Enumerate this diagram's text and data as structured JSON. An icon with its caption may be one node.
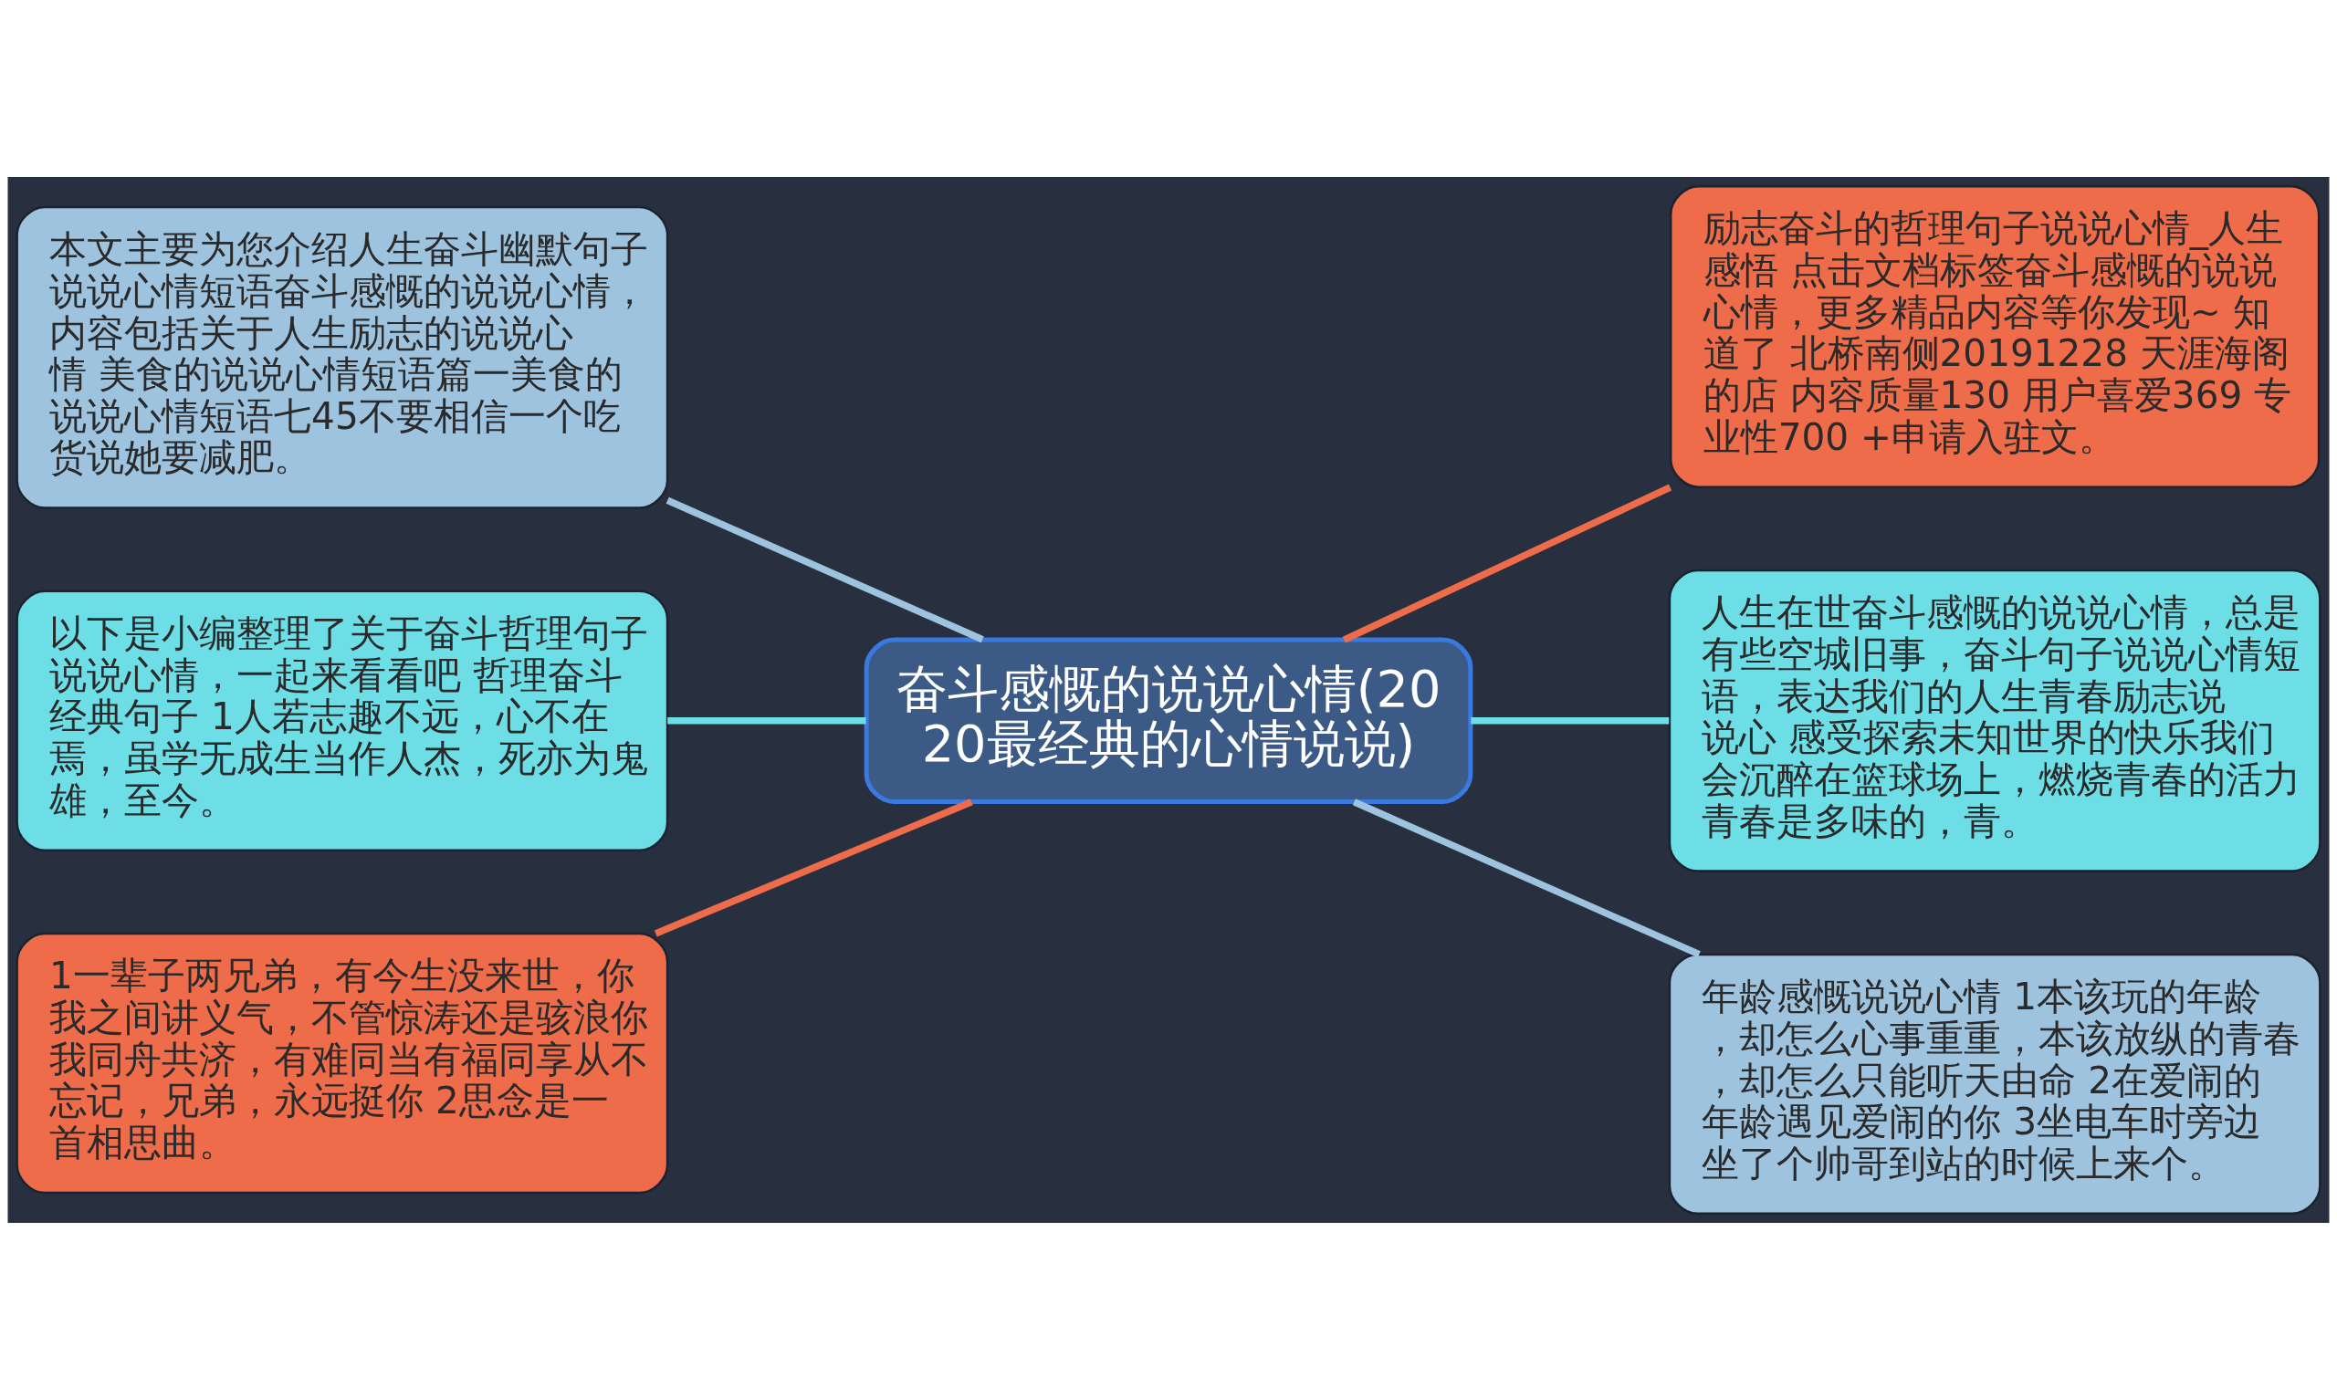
{
  "diagram": {
    "nodes": [
      {
        "text": [
          "奋斗感慨的说说心情(2020最经典的心情说说)"
        ]
      },
      {
        "text": [
          "本文主要为您介绍人生奋斗幽默句子说说心情短语奋斗感慨的说说心情，内容包括关于人生励志的说说心情 美食的说说心情短语篇一美食的说说心情短语七45不要相信一个吃货说她要减肥。"
        ]
      },
      {
        "text": [
          "以下是小编整理了关于奋斗哲理句子说说心情，一起来看看吧 哲理奋斗经典句子 1人若志趣不远，心不在焉，虽学无成生当作人杰，死亦为鬼雄，至今。"
        ]
      },
      {
        "text": [
          "1一辈子两兄弟，有今生没来世，你我之间讲义气，不管惊涛还是骇浪你我同舟共济，有难同当有福同享从不忘记，兄弟，永远挺你 2思念是一首相思曲。"
        ]
      },
      {
        "text": [
          "励志奋斗的哲理句子说说心情_人生感悟 点击文档标签奋斗感慨的说说心情，更多精品内容等你发现~ 知道了 北桥南侧20191228 天涯海阁的店 内容质量130 用户喜爱369 专业性700 +申请入驻文。"
        ]
      },
      {
        "text": [
          "人生在世奋斗感慨的说说心情，总是有些空城旧事，奋斗句子说说心情短语，表达我们的人生青春励志说说心 感受探索未知世界的快乐我们会沉醉在篮球场上，燃烧青春的活力青春是多味的，青。"
        ]
      },
      {
        "text": [
          "年龄感慨说说心情 1本该玩的年龄，却怎么心事重重，本该放纵的青春，却怎么只能听天由命 2在爱闹的年龄遇见爱闹的你 3坐电车时旁边坐了个帅哥到站的时候上来个。"
        ]
      }
    ],
    "edges": [
      {
        "from": 0,
        "to": 1,
        "arrow": "none",
        "color": "#9ec3de"
      },
      {
        "from": 0,
        "to": 2,
        "arrow": "none",
        "color": "#6ddde6"
      },
      {
        "from": 0,
        "to": 3,
        "arrow": "none",
        "color": "#ef6c4b"
      },
      {
        "from": 0,
        "to": 4,
        "arrow": "none",
        "color": "#ef6c4b"
      },
      {
        "from": 0,
        "to": 5,
        "arrow": "none",
        "color": "#6ddde6"
      },
      {
        "from": 0,
        "to": 6,
        "arrow": "none",
        "color": "#9ec3de"
      }
    ]
  }
}
